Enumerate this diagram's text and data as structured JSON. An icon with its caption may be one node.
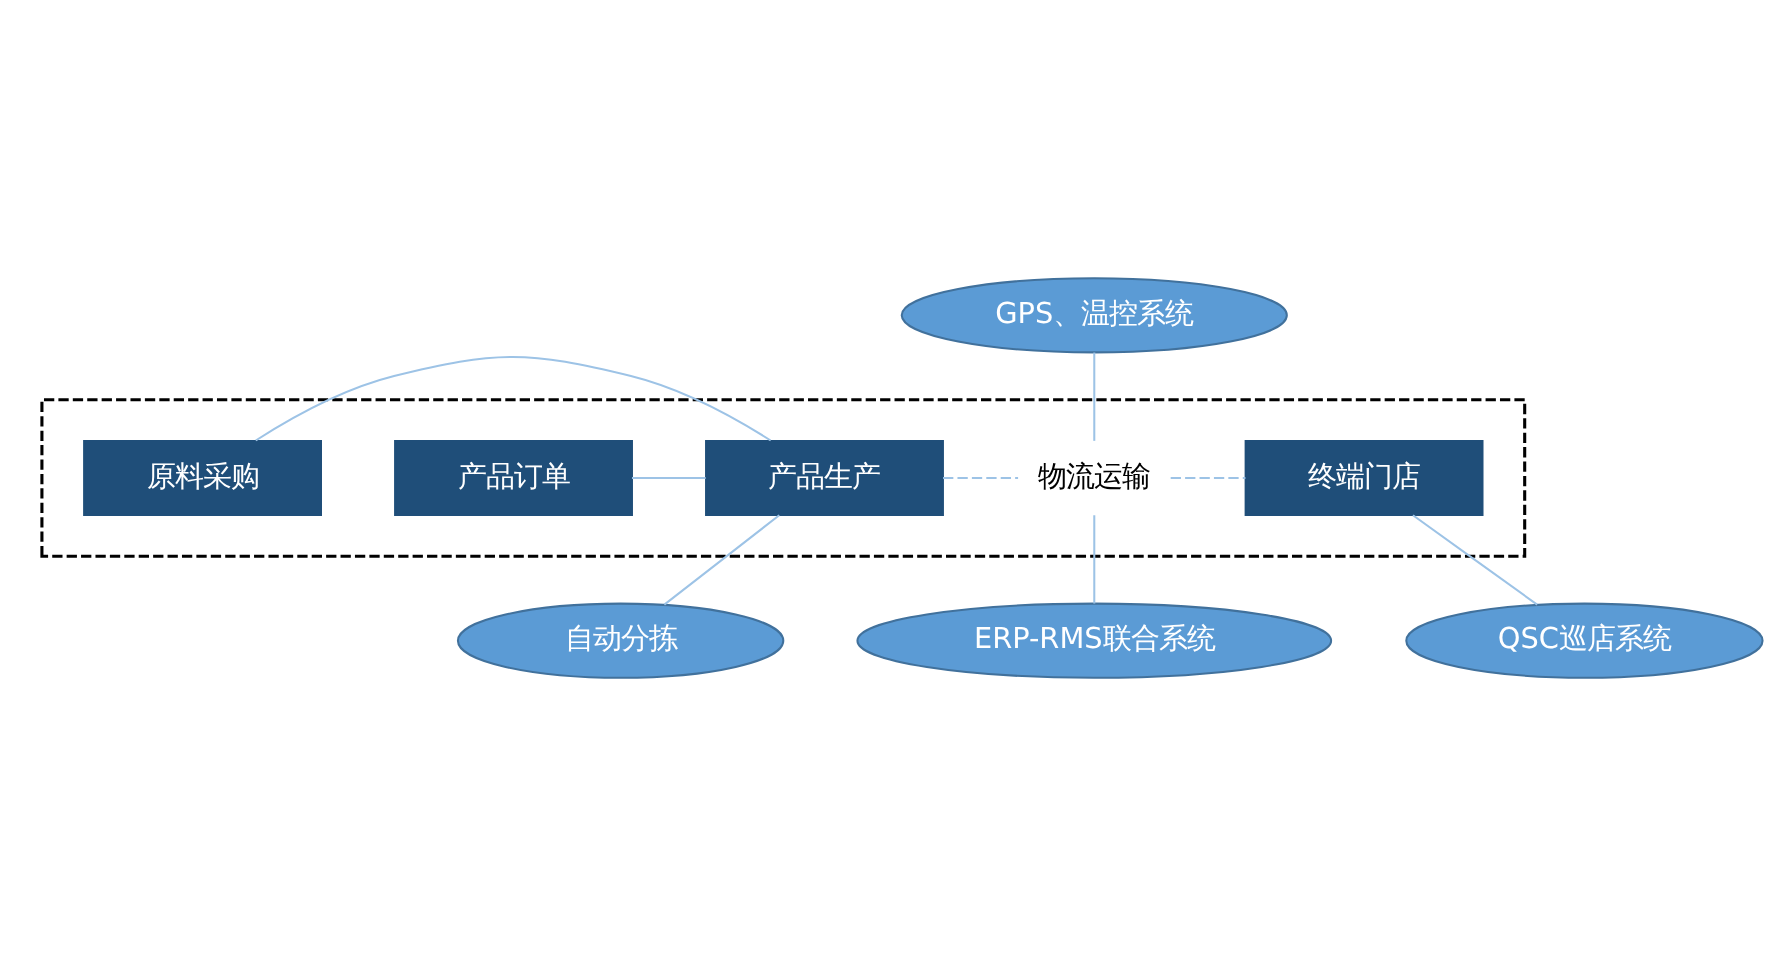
{
  "diagram": {
    "nodes": [
      {
        "text": [
          "GPS、温控系统"
        ]
      },
      {
        "text": [],
        "shape": "box"
      },
      {
        "text": [
          "原料采购"
        ],
        "in": 1
      },
      {
        "text": [
          "产品生产"
        ],
        "in": 1
      },
      {
        "text": [
          "终端门店"
        ],
        "in": 1
      },
      {
        "text": [
          "产品订单"
        ],
        "in": 1
      },
      {
        "text": [
          "物流运输"
        ],
        "in": 1
      },
      {
        "text": [
          "自动分拣"
        ]
      },
      {
        "text": [
          "QSC巡店系统"
        ]
      },
      {
        "text": [
          "ERP-RMS联合系统"
        ]
      }
    ],
    "edges": [
      {
        "from": 2,
        "to": 3,
        "arrow": "none"
      },
      {
        "from": 5,
        "to": 3,
        "arrow": "none"
      },
      {
        "from": 3,
        "to": 6,
        "arrow": "none",
        "style": "dashed"
      },
      {
        "from": 6,
        "to": 4,
        "arrow": "none",
        "style": "dashed"
      },
      {
        "from": 0,
        "to": 6,
        "arrow": "none"
      },
      {
        "from": 6,
        "to": 9,
        "arrow": "none"
      },
      {
        "from": 3,
        "to": 7,
        "arrow": "none"
      },
      {
        "from": 4,
        "to": 8,
        "arrow": "none"
      }
    ]
  }
}
